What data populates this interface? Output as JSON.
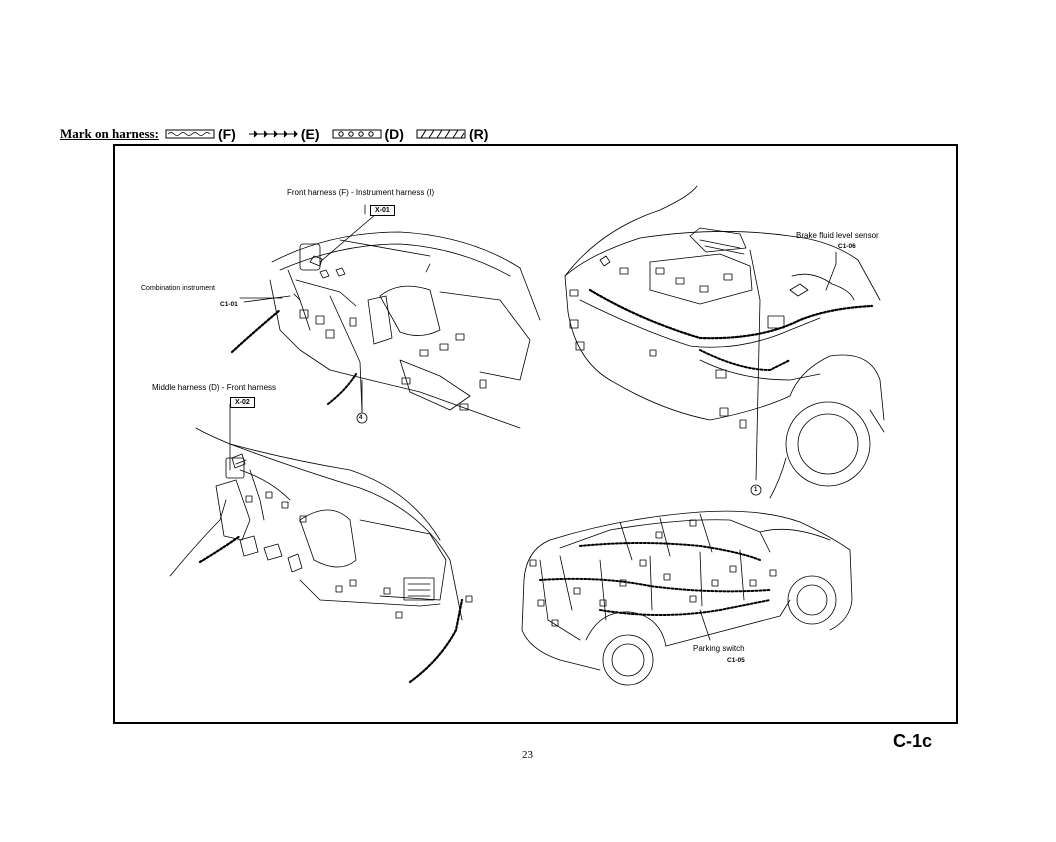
{
  "legend": {
    "title": "Mark on harness:",
    "items": [
      {
        "code": "(F)",
        "pattern": "wavy"
      },
      {
        "code": "(E)",
        "pattern": "arrows"
      },
      {
        "code": "(D)",
        "pattern": "circles"
      },
      {
        "code": "(R)",
        "pattern": "hatch"
      }
    ]
  },
  "labels": {
    "front_instrument": "Front harness (F) - Instrument harness (I)",
    "x01": "X-01",
    "combination": "Combination instrument",
    "c101": "C1-01",
    "middle_front": "Middle  harness  (D)  -  Front  harness",
    "x02": "X-02",
    "brake": "Brake fluid level sensor",
    "c106": "C1-06",
    "parking": "Parking switch",
    "c105": "C1-05",
    "callout_4": "4",
    "callout_1": "1"
  },
  "footer": {
    "page": "23",
    "section": "C-1c"
  }
}
